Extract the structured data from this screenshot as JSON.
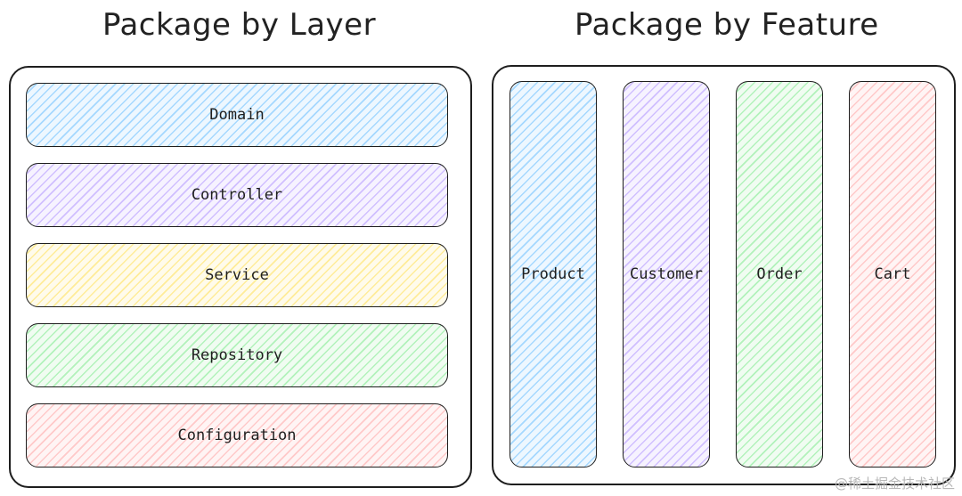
{
  "layer": {
    "title": "Package by Layer",
    "items": [
      {
        "label": "Domain",
        "color": "#a5d8ff"
      },
      {
        "label": "Controller",
        "color": "#d0bfff"
      },
      {
        "label": "Service",
        "color": "#ffec99"
      },
      {
        "label": "Repository",
        "color": "#b2f2bb"
      },
      {
        "label": "Configuration",
        "color": "#ffc9c9"
      }
    ]
  },
  "feature": {
    "title": "Package by Feature",
    "items": [
      {
        "label": "Product",
        "color": "#a5d8ff"
      },
      {
        "label": "Customer",
        "color": "#d0bfff"
      },
      {
        "label": "Order",
        "color": "#b2f2bb"
      },
      {
        "label": "Cart",
        "color": "#ffc9c9"
      }
    ]
  },
  "watermark": "@稀土掘金技术社区"
}
